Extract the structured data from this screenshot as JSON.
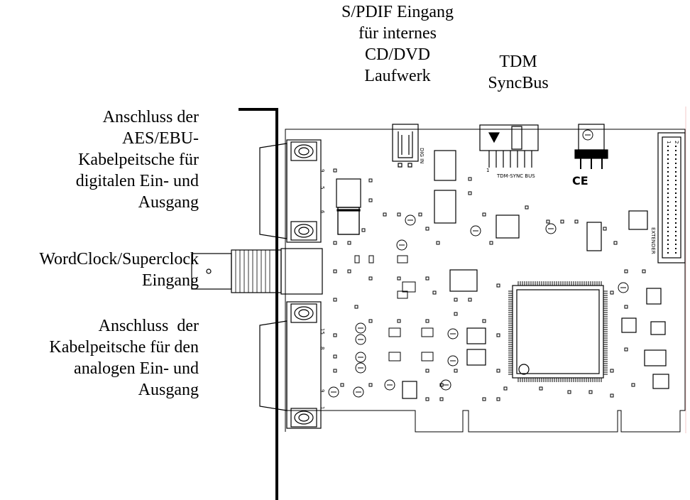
{
  "labels": {
    "aes_ebu": [
      "Anschluss der",
      "AES/EBU-",
      "Kabelpeitsche für",
      "digitalen Ein- und",
      "Ausgang"
    ],
    "wordclock": [
      "WordClock/Superclock",
      "Eingang"
    ],
    "analog": [
      "Anschluss  der",
      "Kabelpeitsche für den",
      "analogen Ein- und",
      "Ausgang"
    ],
    "spdif": [
      "S/PDIF Eingang",
      "für internes",
      "CD/DVD",
      "Laufwerk"
    ],
    "tdm": [
      "TDM",
      "SyncBus"
    ]
  },
  "board_text": {
    "dig_in": "DIG IN",
    "tdm_sync_bus": "TDM-SYNC BUS",
    "ce_mark": "CE",
    "extender": "EXTENDER",
    "pin_1": "1",
    "pin_2": "2",
    "db9_pin9": "9",
    "db9_pin5": "5",
    "db9_pin6": "6",
    "db15_pin15": "15",
    "db15_pin8": "8",
    "db15_pin9": "9",
    "db15_pin1": "1"
  }
}
